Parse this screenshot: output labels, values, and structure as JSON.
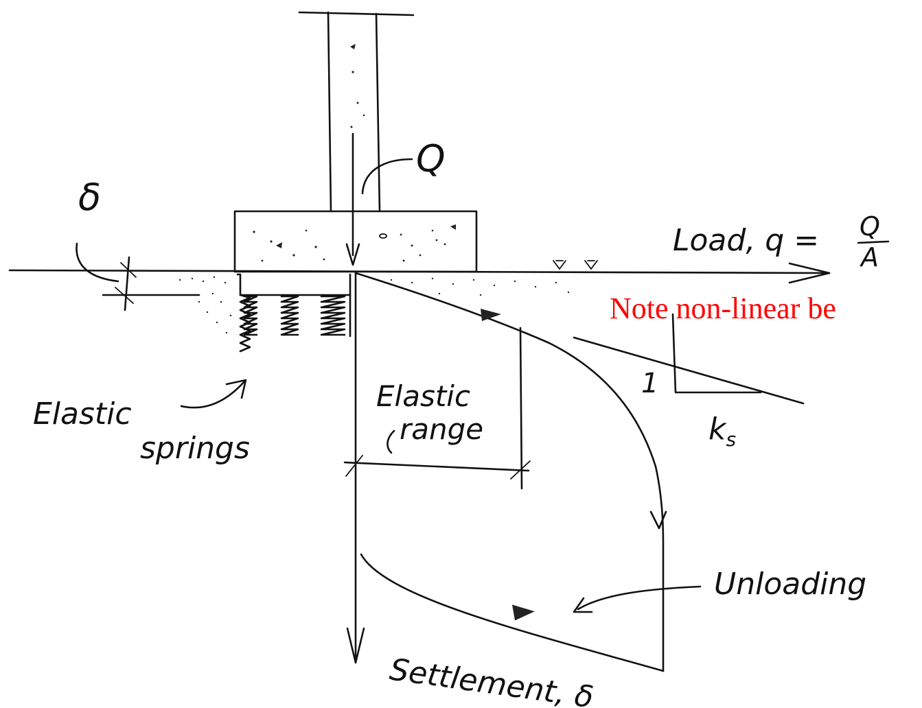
{
  "labels": {
    "delta": "δ",
    "load_q": "Q",
    "load_axis": "Load, q =",
    "frac_num": "Q",
    "frac_den": "A",
    "elastic_springs_1": "Elastic",
    "elastic_springs_2": "springs",
    "elastic_range_1": "Elastic",
    "elastic_range_2": "range",
    "slope_one": "1",
    "ks_k": "k",
    "ks_sub": "s",
    "unloading": "Unloading",
    "settlement_axis": "Settlement, δ"
  },
  "annotation": {
    "note": "Note non-linear be",
    "color": "#ff0000"
  }
}
